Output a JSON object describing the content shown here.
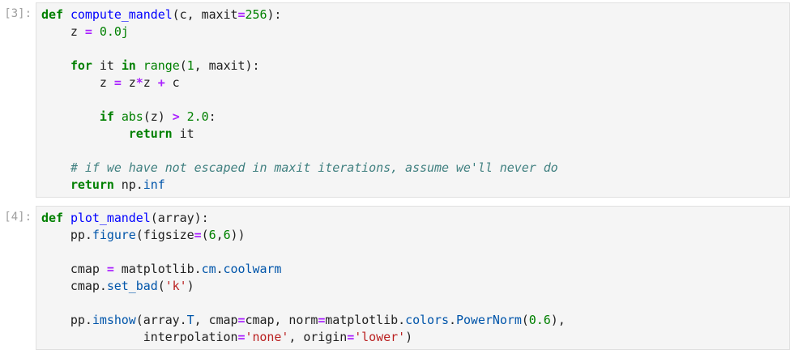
{
  "cells": [
    {
      "prompt": "[3]:",
      "lines": [
        [
          [
            "k",
            "def"
          ],
          [
            "n",
            " "
          ],
          [
            "f",
            "compute_mandel"
          ],
          [
            "n",
            "(c, maxit"
          ],
          [
            "o",
            "="
          ],
          [
            "m",
            "256"
          ],
          [
            "n",
            "):"
          ]
        ],
        [
          [
            "n",
            "    z "
          ],
          [
            "o",
            "="
          ],
          [
            "n",
            " "
          ],
          [
            "m",
            "0.0j"
          ]
        ],
        [],
        [
          [
            "n",
            "    "
          ],
          [
            "k",
            "for"
          ],
          [
            "n",
            " it "
          ],
          [
            "k",
            "in"
          ],
          [
            "n",
            " "
          ],
          [
            "b",
            "range"
          ],
          [
            "n",
            "("
          ],
          [
            "m",
            "1"
          ],
          [
            "n",
            ", maxit):"
          ]
        ],
        [
          [
            "n",
            "        z "
          ],
          [
            "o",
            "="
          ],
          [
            "n",
            " z"
          ],
          [
            "o",
            "*"
          ],
          [
            "n",
            "z "
          ],
          [
            "o",
            "+"
          ],
          [
            "n",
            " c"
          ]
        ],
        [],
        [
          [
            "n",
            "        "
          ],
          [
            "k",
            "if"
          ],
          [
            "n",
            " "
          ],
          [
            "b",
            "abs"
          ],
          [
            "n",
            "(z) "
          ],
          [
            "o",
            ">"
          ],
          [
            "n",
            " "
          ],
          [
            "m",
            "2.0"
          ],
          [
            "n",
            ":"
          ]
        ],
        [
          [
            "n",
            "            "
          ],
          [
            "k",
            "return"
          ],
          [
            "n",
            " it"
          ]
        ],
        [],
        [
          [
            "n",
            "    "
          ],
          [
            "c",
            "# if we have not escaped in maxit iterations, assume we'll never do"
          ]
        ],
        [
          [
            "n",
            "    "
          ],
          [
            "k",
            "return"
          ],
          [
            "n",
            " np."
          ],
          [
            "a",
            "inf"
          ]
        ]
      ]
    },
    {
      "prompt": "[4]:",
      "lines": [
        [
          [
            "k",
            "def"
          ],
          [
            "n",
            " "
          ],
          [
            "f",
            "plot_mandel"
          ],
          [
            "n",
            "(array):"
          ]
        ],
        [
          [
            "n",
            "    pp."
          ],
          [
            "a",
            "figure"
          ],
          [
            "n",
            "(figsize"
          ],
          [
            "o",
            "="
          ],
          [
            "n",
            "("
          ],
          [
            "m",
            "6"
          ],
          [
            "n",
            ","
          ],
          [
            "m",
            "6"
          ],
          [
            "n",
            "))"
          ]
        ],
        [],
        [
          [
            "n",
            "    cmap "
          ],
          [
            "o",
            "="
          ],
          [
            "n",
            " matplotlib."
          ],
          [
            "a",
            "cm"
          ],
          [
            "n",
            "."
          ],
          [
            "a",
            "coolwarm"
          ]
        ],
        [
          [
            "n",
            "    cmap."
          ],
          [
            "a",
            "set_bad"
          ],
          [
            "n",
            "("
          ],
          [
            "s",
            "'k'"
          ],
          [
            "n",
            ")"
          ]
        ],
        [],
        [
          [
            "n",
            "    pp."
          ],
          [
            "a",
            "imshow"
          ],
          [
            "n",
            "(array."
          ],
          [
            "a",
            "T"
          ],
          [
            "n",
            ", cmap"
          ],
          [
            "o",
            "="
          ],
          [
            "n",
            "cmap, norm"
          ],
          [
            "o",
            "="
          ],
          [
            "n",
            "matplotlib."
          ],
          [
            "a",
            "colors"
          ],
          [
            "n",
            "."
          ],
          [
            "a",
            "PowerNorm"
          ],
          [
            "n",
            "("
          ],
          [
            "m",
            "0.6"
          ],
          [
            "n",
            "),"
          ]
        ],
        [
          [
            "n",
            "              interpolation"
          ],
          [
            "o",
            "="
          ],
          [
            "s",
            "'none'"
          ],
          [
            "n",
            ", origin"
          ],
          [
            "o",
            "="
          ],
          [
            "s",
            "'lower'"
          ],
          [
            "n",
            ")"
          ]
        ]
      ]
    }
  ]
}
